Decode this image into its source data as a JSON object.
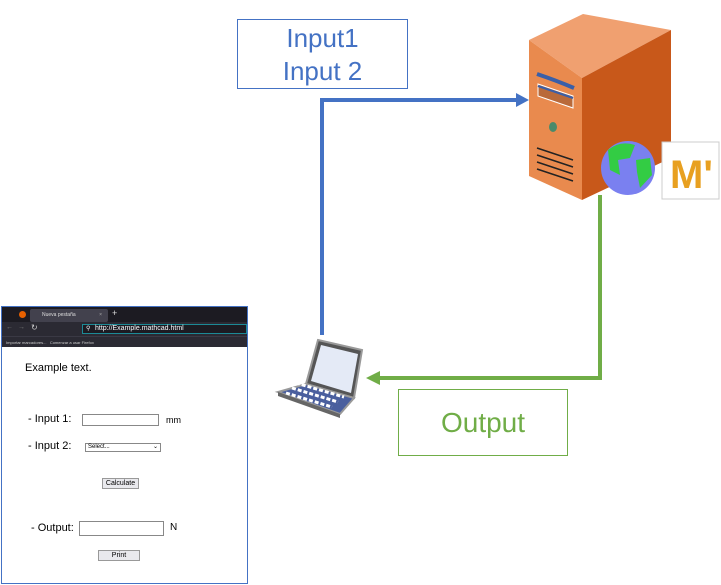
{
  "input_label": {
    "line1": "Input1",
    "line2": "Input 2"
  },
  "output_label": "Output",
  "colors": {
    "input_arrow": "#4472C4",
    "output_arrow": "#70AD47",
    "server": "#E07030",
    "mathcad_logo": "#E8A020"
  },
  "icons": [
    "server-icon",
    "globe-icon",
    "mathcad-logo",
    "laptop-icon"
  ],
  "mathcad_logo_text": "M'",
  "browser": {
    "tab_title": "Nueva pestaña",
    "url": "http://Example.mathcad.html",
    "bookmarks": [
      "Importar marcadores...",
      "Comenzar a usar Firefox"
    ],
    "page": {
      "intro": "Example text.",
      "input1_label": "- Input 1:",
      "input1_unit": "mm",
      "input1_value": "",
      "input2_label": "- Input 2:",
      "input2_selected": "Select...",
      "calculate": "Calculate",
      "output_label": "- Output:",
      "output_unit": "N",
      "output_value": "",
      "print": "Print"
    }
  }
}
